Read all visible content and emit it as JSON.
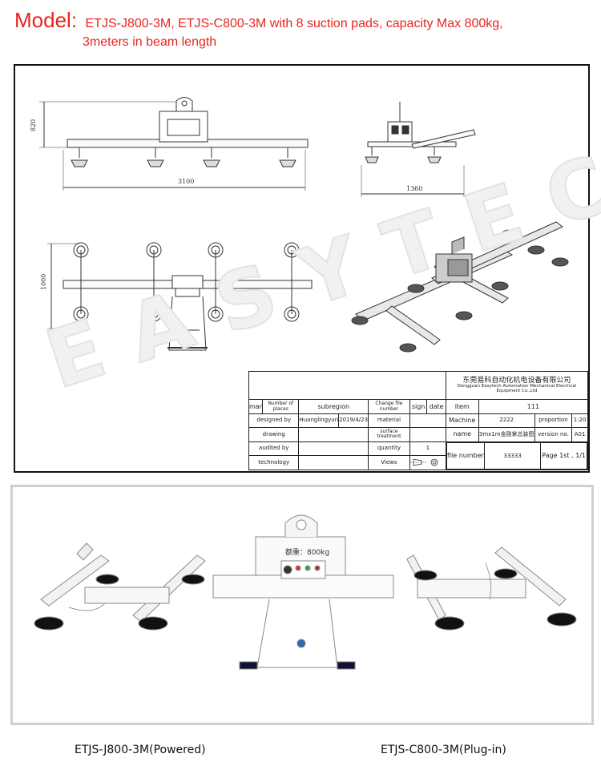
{
  "header": {
    "model_label": "Model:",
    "model_text": "ETJS-J800-3M, ETJS-C800-3M with 8 suction pads, capacity Max 800kg,",
    "model_text_line2": "3meters in beam length"
  },
  "drawing": {
    "dim_height_front": "820",
    "dim_width_front": "3100",
    "dim_width_side": "1360",
    "dim_height_top": "1000"
  },
  "watermark": "EASYTECH",
  "title_block": {
    "company_cn": "东莞易科自动化机电设备有限公司",
    "company_en": "Dongguan Easytech Automation Mechanical Electrical Equipment Co.,Ltd",
    "col_mar": "mar",
    "col_number_of_places": "Number of places",
    "col_subregion": "subregion",
    "col_change_file_number": "Change file number",
    "col_sign": "sign",
    "col_date": "date",
    "item_label": "item",
    "item_value": "111",
    "designed_by_label": "designed by",
    "designer": "Huanglingyun",
    "design_date": "2019/4/23",
    "material_label": "material",
    "machine_label": "Machine",
    "machine_value": "2222",
    "proportion_label": "proportion",
    "proportion_value": "1:20",
    "drawing_label": "drawing",
    "surface_treatment_label": "surface treatment",
    "name_label": "name",
    "name_value": "3mx1m金刚掌总装图",
    "version_label": "version no.",
    "version_value": "A01",
    "audited_by_label": "audited by",
    "quantity_label": "quantity",
    "quantity_value": "1",
    "technology_label": "technology",
    "views_label": "Views",
    "file_number_label": "file number",
    "file_number_value": "33333",
    "page_value": "Page 1st , 1/1"
  },
  "photo": {
    "capacity_plate": "额重：800kg"
  },
  "captions": {
    "left": "ETJS-J800-3M(Powered)",
    "right": "ETJS-C800-3M(Plug-in)"
  }
}
